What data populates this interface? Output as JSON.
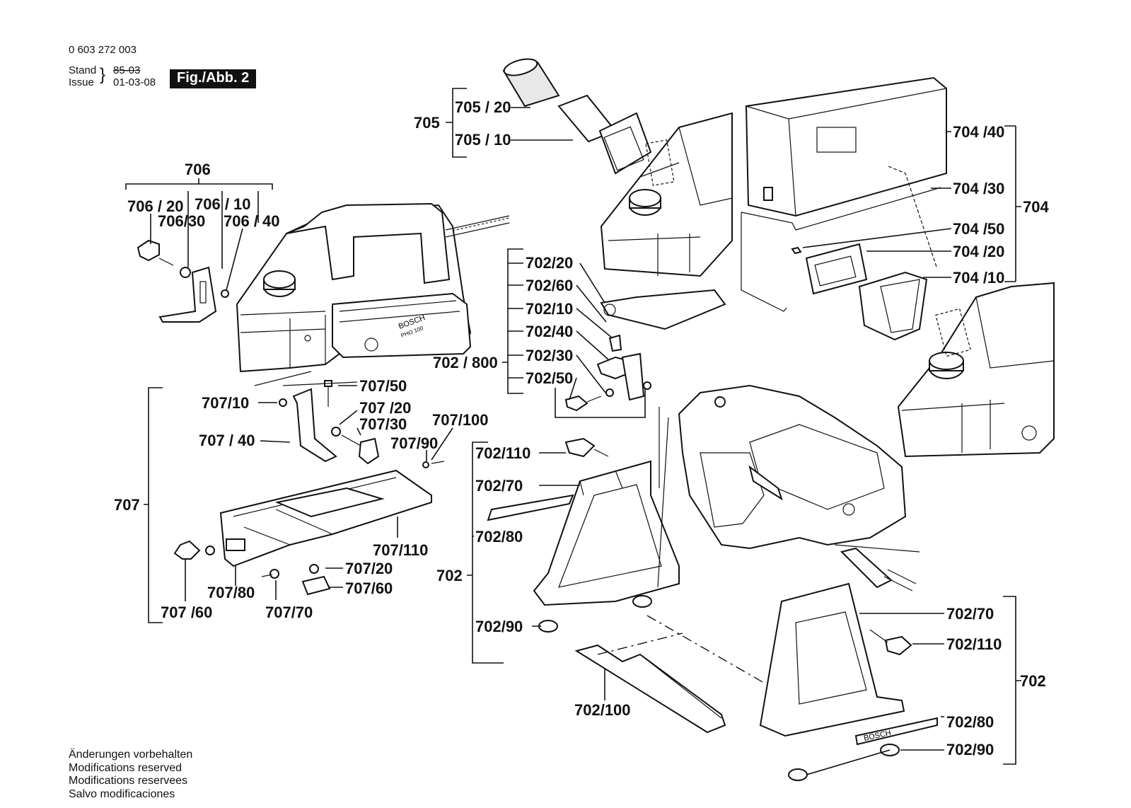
{
  "header": {
    "part_number": "0 603 272 003",
    "stand_label": "Stand",
    "issue_label": "Issue",
    "stand_date_struck": "85-03",
    "issue_date": "01-03-08",
    "figure": "Fig./Abb. 2"
  },
  "footer": {
    "lines": [
      "Änderungen vorbehalten",
      "Modifications reserved",
      "Modifications reservees",
      "Salvo modificaciones"
    ]
  },
  "groups": {
    "g705": "705",
    "g706": "706",
    "g707": "707",
    "g702_800": "702 / 800",
    "g702_left": "702",
    "g702_right": "702",
    "g704": "704"
  },
  "labels": {
    "l705_20": "705 / 20",
    "l705_10": "705 / 10",
    "l706_20": "706 / 20",
    "l706_10": "706 / 10",
    "l706_30": "706/30",
    "l706_40": "706 / 40",
    "l702_20": "702/20",
    "l702_60": "702/60",
    "l702_10": "702/10",
    "l702_40": "702/40",
    "l702_30": "702/30",
    "l702_50": "702/50",
    "l704_40": "704 /40",
    "l704_30": "704 /30",
    "l704_50": "704 /50",
    "l704_20": "704 /20",
    "l704_10": "704 /10",
    "l707_10": "707/10",
    "l707_50": "707/50",
    "l707_20a": "707 /20",
    "l707_30": "707/30",
    "l707_40": "707 / 40",
    "l707_100": "707/100",
    "l707_90": "707/90",
    "l707_110": "707/110",
    "l707_20b": "707/20",
    "l707_60a": "707/60",
    "l707_80": "707/80",
    "l707_60b": "707 /60",
    "l707_70": "707/70",
    "l702_110a": "702/110",
    "l702_70a": "702/70",
    "l702_80a": "702/80",
    "l702_90a": "702/90",
    "l702_100": "702/100",
    "l702_70b": "702/70",
    "l702_110b": "702/110",
    "l702_80b": "702/80",
    "l702_90b": "702/90"
  },
  "brand_marks": [
    "BOSCH",
    "PHO 100",
    "BOSCH"
  ]
}
